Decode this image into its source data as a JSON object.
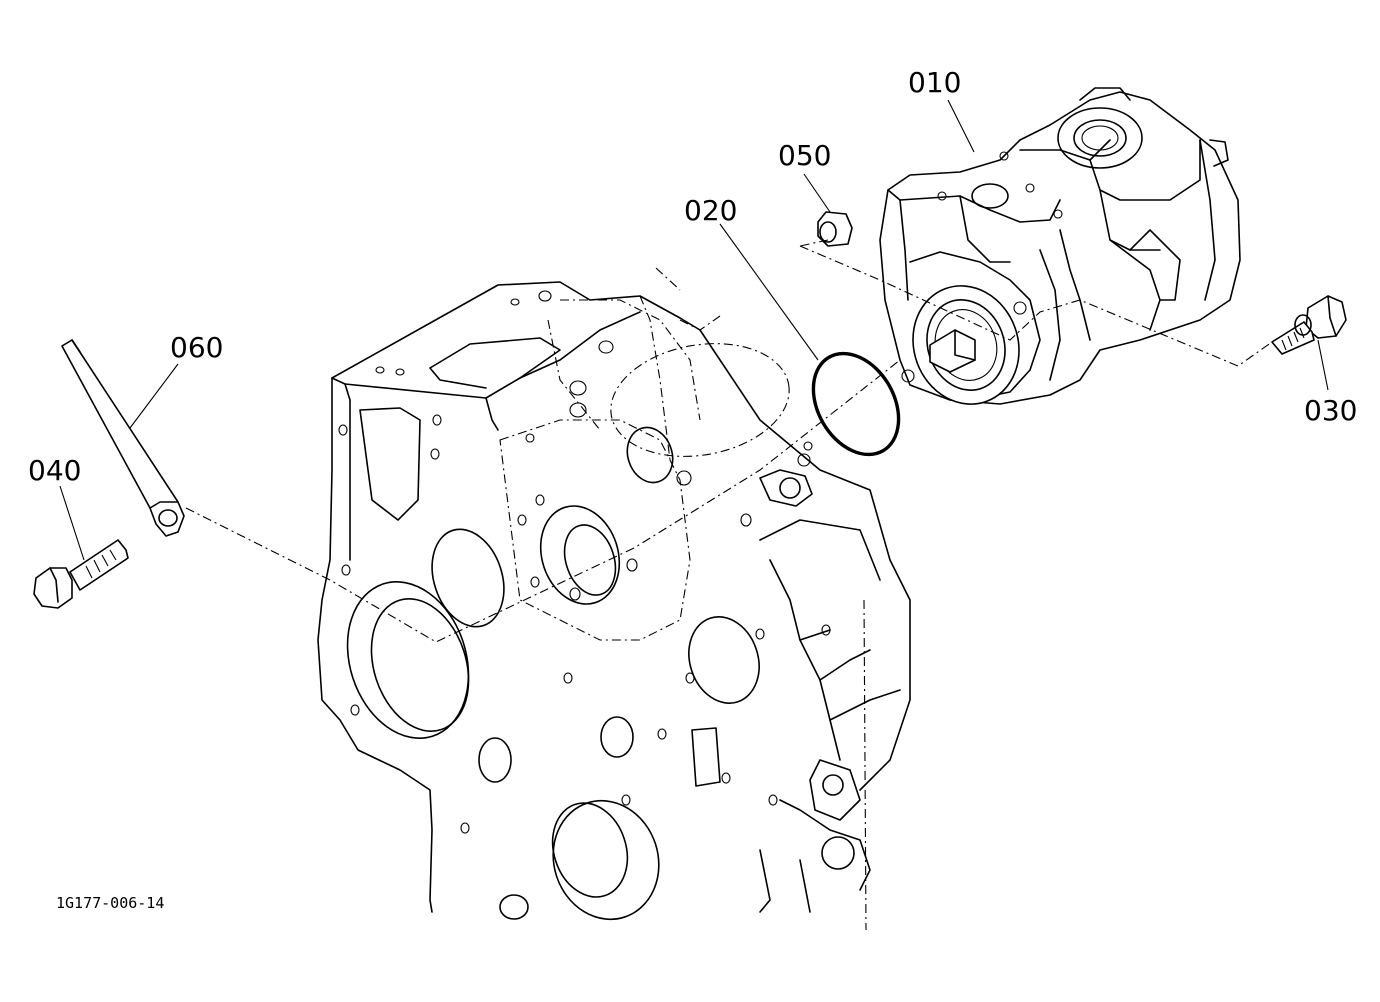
{
  "diagram": {
    "callouts": {
      "p010": "010",
      "p020": "020",
      "p030": "030",
      "p040": "040",
      "p050": "050",
      "p060": "060"
    },
    "document_id": "1G177-006-14"
  }
}
